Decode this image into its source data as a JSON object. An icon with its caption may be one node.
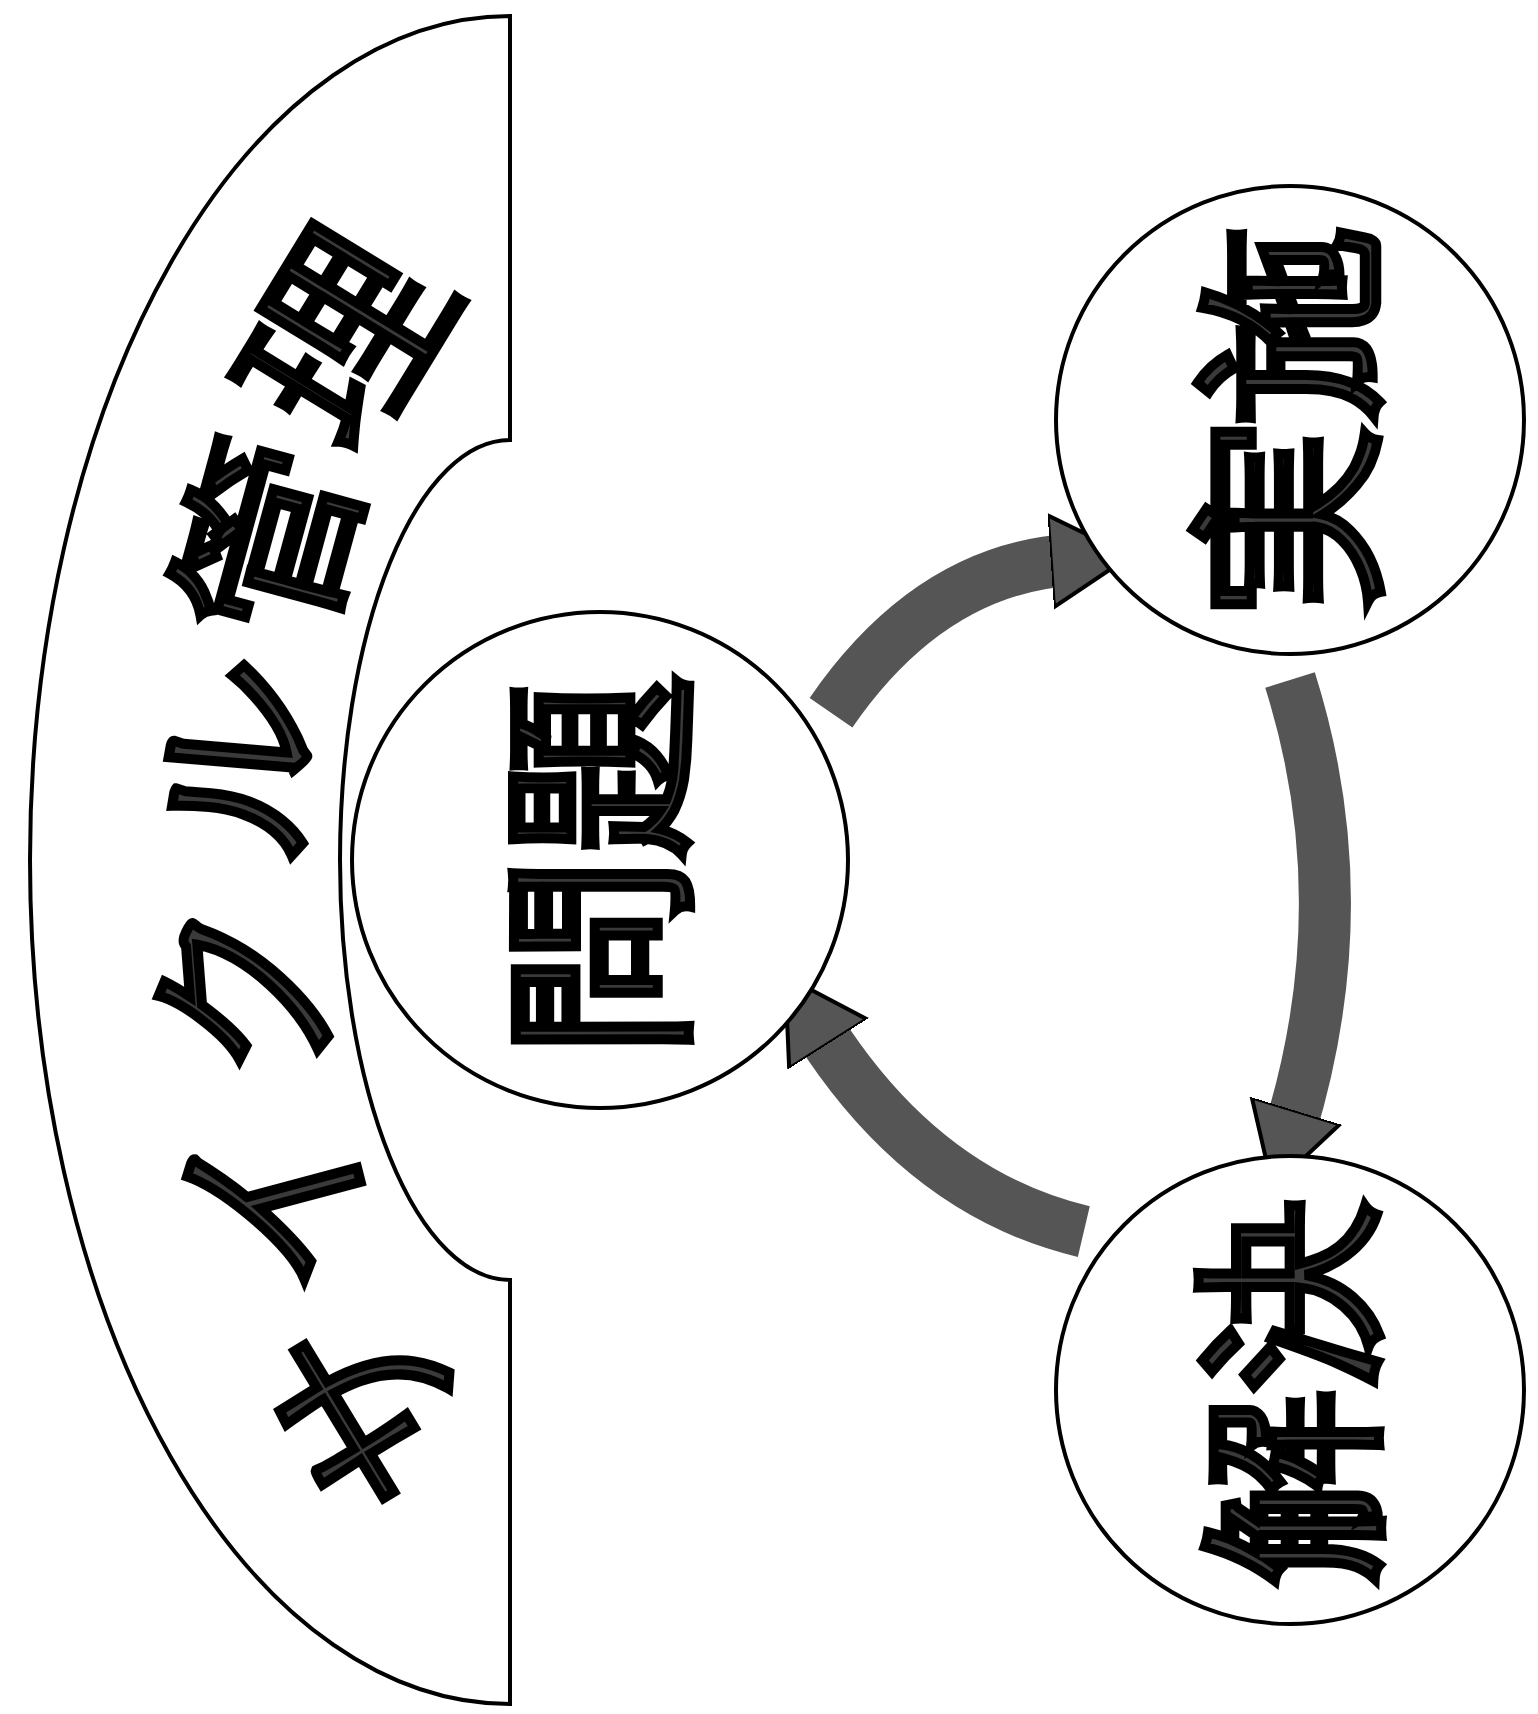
{
  "diagram": {
    "nodes": [
      {
        "text": [
          "サイクル管理"
        ]
      },
      {
        "text": [
          "問題"
        ]
      },
      {
        "text": [
          "実施"
        ]
      },
      {
        "text": [
          "解決"
        ]
      }
    ],
    "edges": [
      {
        "from": 1,
        "to": 2,
        "arrow": "to"
      },
      {
        "from": 2,
        "to": 3,
        "arrow": "to"
      },
      {
        "from": 3,
        "to": 1,
        "arrow": "to"
      }
    ]
  }
}
